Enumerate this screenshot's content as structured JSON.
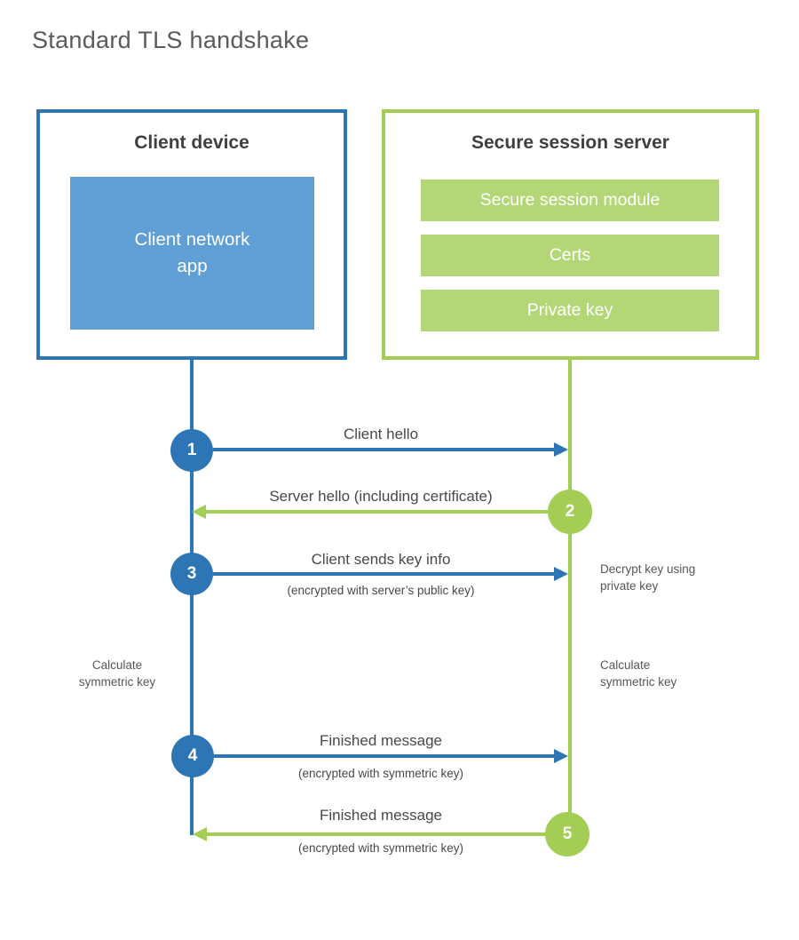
{
  "title": "Standard TLS handshake",
  "client": {
    "heading": "Client device",
    "app": "Client network app"
  },
  "server": {
    "heading": "Secure session server",
    "modules": [
      "Secure session module",
      "Certs",
      "Private key"
    ]
  },
  "steps": [
    {
      "num": "1",
      "label": "Client hello"
    },
    {
      "num": "2",
      "label": "Server hello (including certificate)"
    },
    {
      "num": "3",
      "label": "Client sends key info",
      "sublabel": "(encrypted with server’s public key)"
    },
    {
      "num": "4",
      "label": "Finished message",
      "sublabel": "(encrypted with symmetric key)"
    },
    {
      "num": "5",
      "label": "Finished message",
      "sublabel": "(encrypted with symmetric key)"
    }
  ],
  "notes": {
    "decrypt_key": "Decrypt key using private key",
    "calculate_left": "Calculate symmetric key",
    "calculate_right": "Calculate symmetric key"
  },
  "colors": {
    "client_blue": "#2e75b6",
    "client_fill_blue": "#5f9fd6",
    "server_green": "#a3cd54",
    "server_fill_green": "#b3d777"
  }
}
